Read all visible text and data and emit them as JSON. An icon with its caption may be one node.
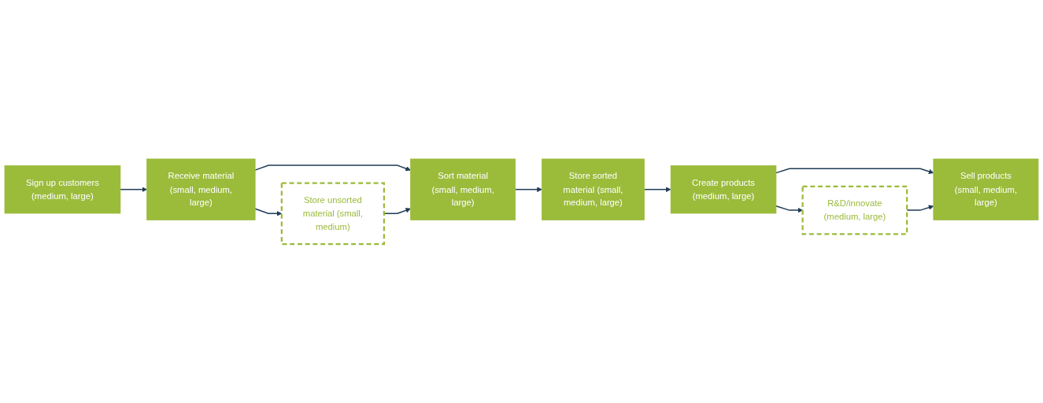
{
  "diagram": {
    "nodes": [
      {
        "text": [
          "Sign up customers (medium, large)"
        ]
      },
      {
        "text": [
          "Receive material (small, medium, large)"
        ]
      },
      {
        "text": [
          "Sort material (small, medium, large)"
        ]
      },
      {
        "text": [
          "Store sorted material (small, medium, large)"
        ]
      },
      {
        "text": [
          "Create products (medium, large)"
        ]
      },
      {
        "text": [
          "Sell products (small, medium, large)"
        ]
      },
      {
        "text": [
          "Store unsorted material (small, medium)"
        ]
      },
      {
        "text": [
          "R&D/innovate (medium, large)"
        ]
      }
    ],
    "edges": [
      {
        "from": 0,
        "to": 1,
        "arrow": "to"
      },
      {
        "from": 1,
        "to": 2,
        "arrow": "to"
      },
      {
        "from": 2,
        "to": 3,
        "arrow": "to"
      },
      {
        "from": 3,
        "to": 4,
        "arrow": "to"
      },
      {
        "from": 4,
        "to": 5,
        "arrow": "to"
      },
      {
        "from": 1,
        "to": 6,
        "arrow": "to"
      },
      {
        "from": 6,
        "to": 2,
        "arrow": "to"
      },
      {
        "from": 4,
        "to": 7,
        "arrow": "to"
      },
      {
        "from": 7,
        "to": 5,
        "arrow": "to"
      }
    ]
  }
}
